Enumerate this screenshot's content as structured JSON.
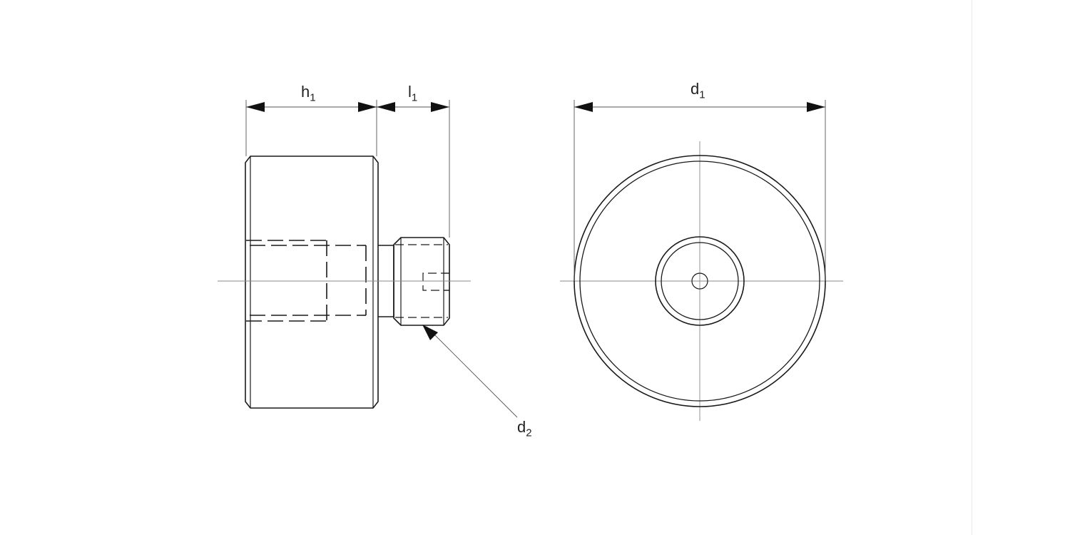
{
  "labels": {
    "h1": {
      "base": "h",
      "sub": "1"
    },
    "l1": {
      "base": "l",
      "sub": "1"
    },
    "d1": {
      "base": "d",
      "sub": "1"
    },
    "d2": {
      "base": "d",
      "sub": "2"
    }
  },
  "colors": {
    "line": "#1a1a1a",
    "thin": "#555555"
  }
}
